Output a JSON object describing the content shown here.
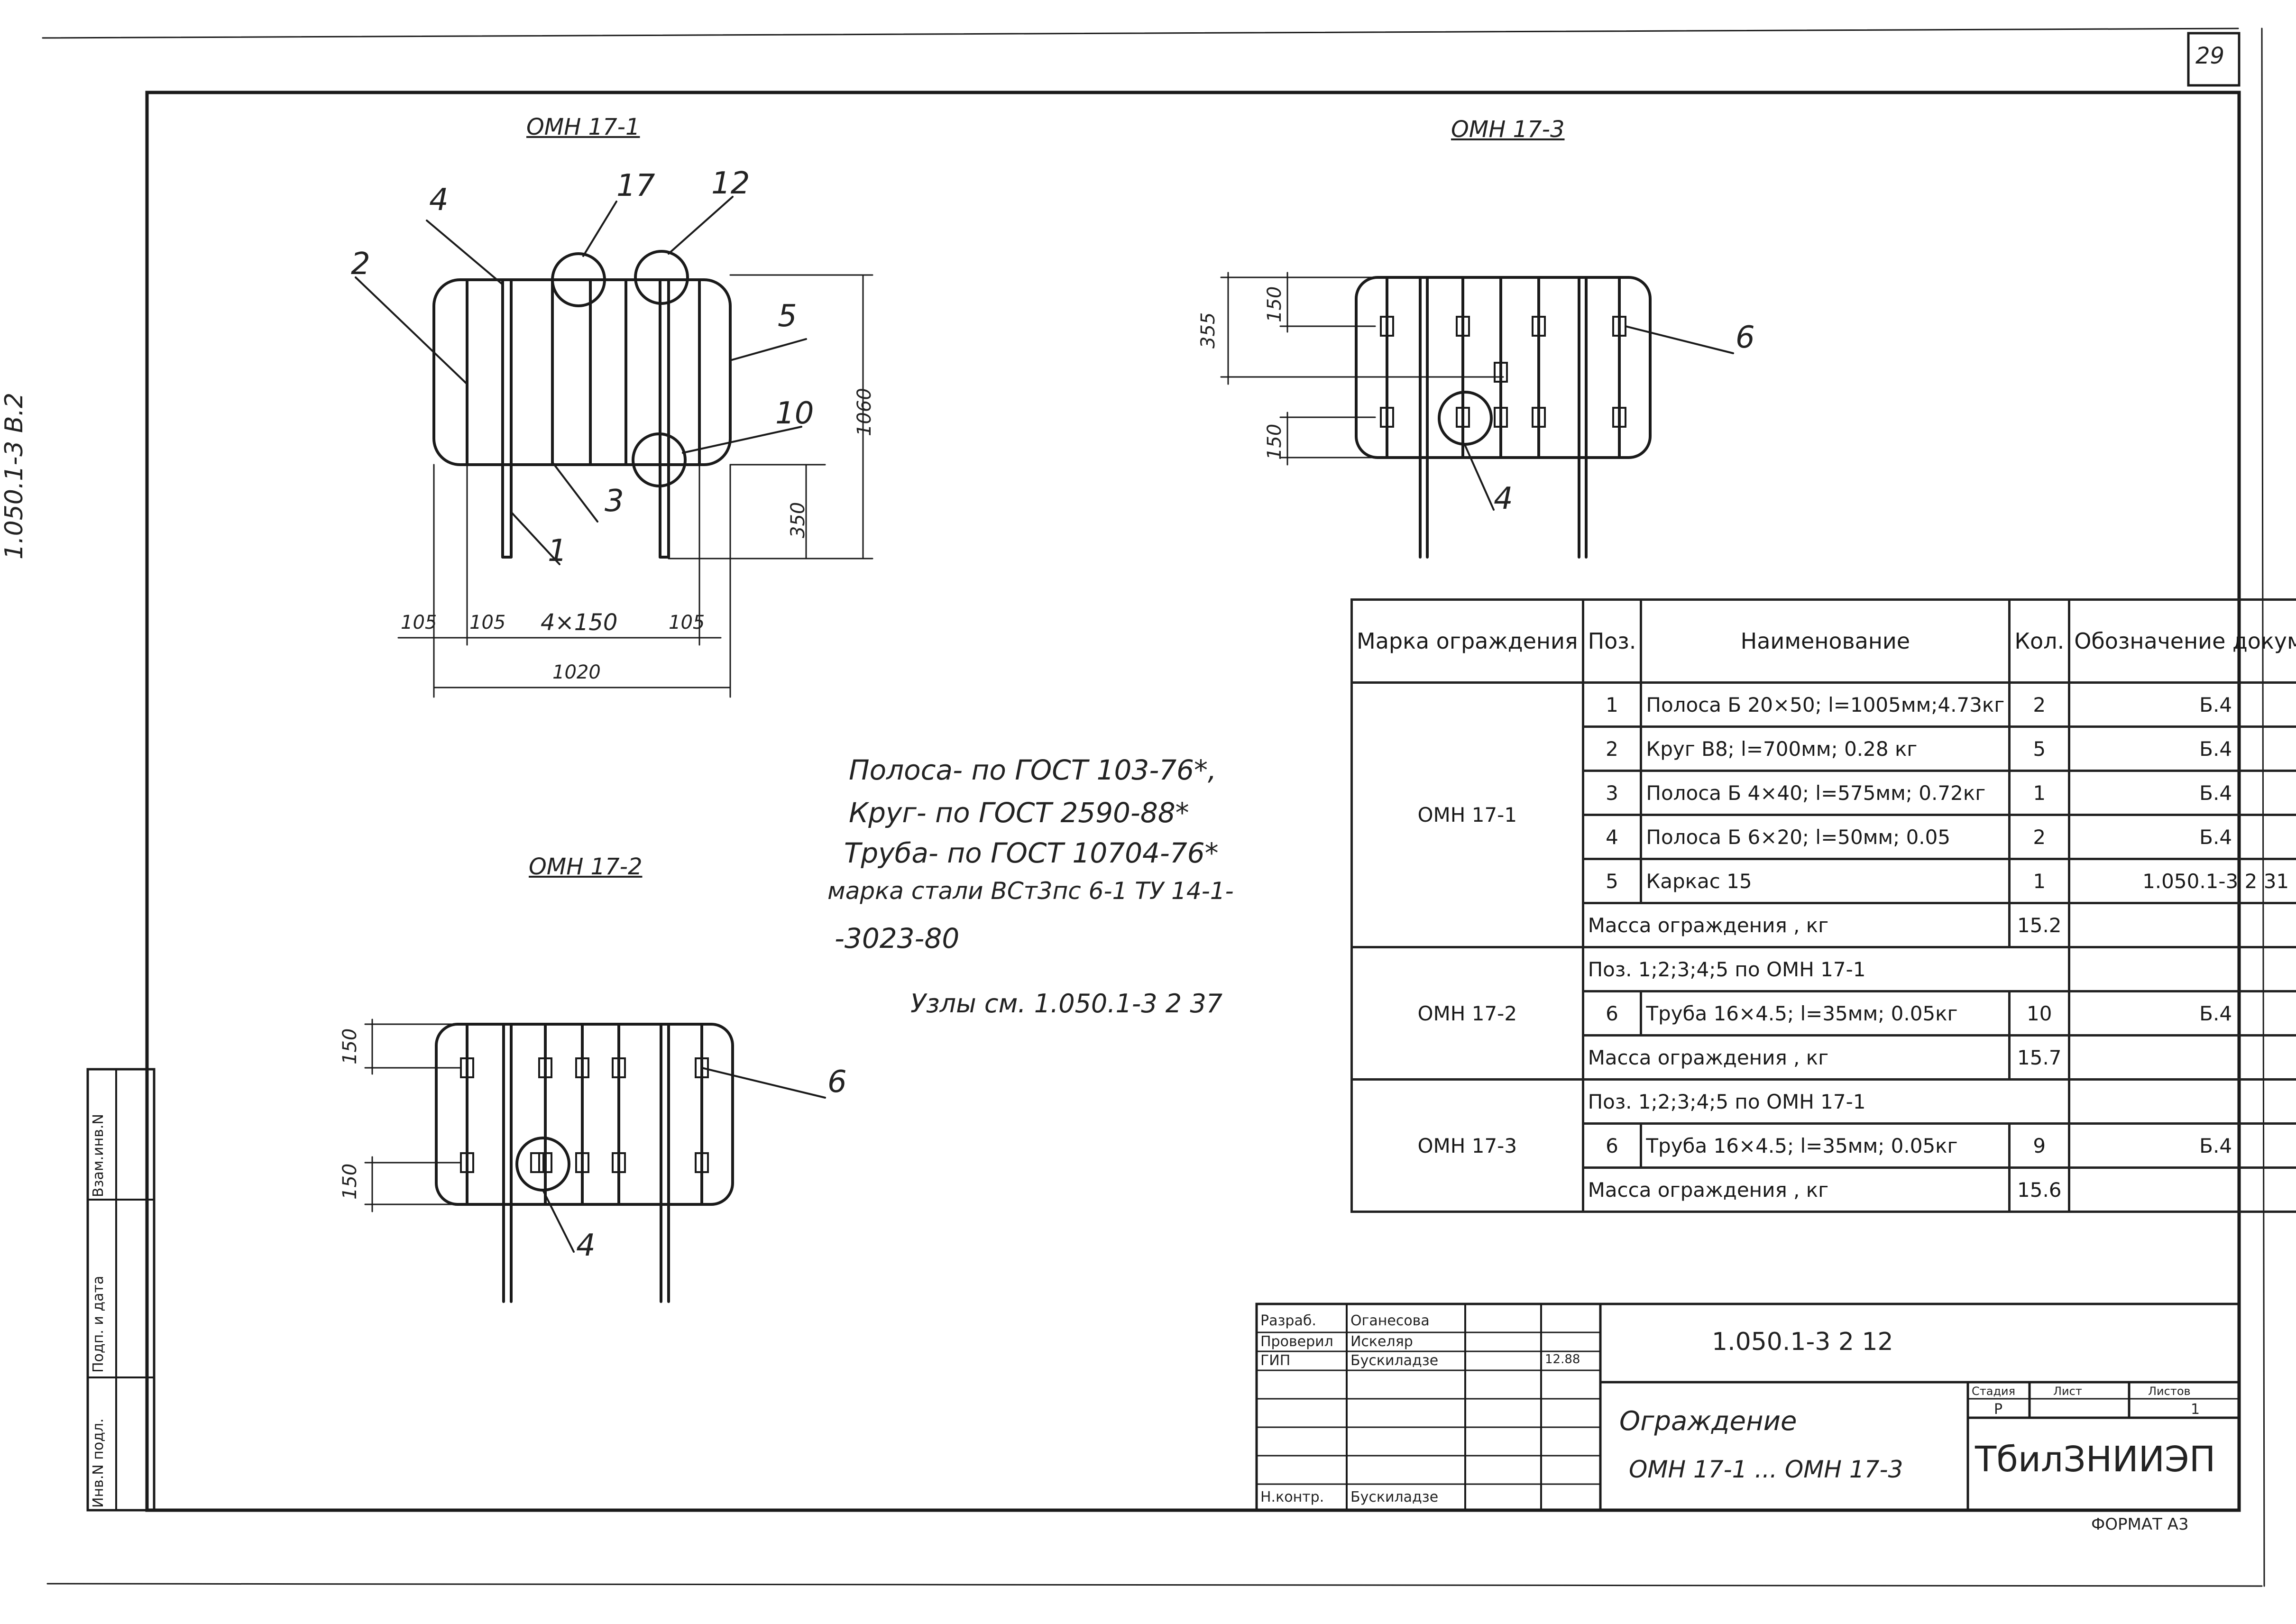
{
  "page_number": "29",
  "side_stamp": "1.050.1-3 В.2",
  "left_strip": {
    "f1": "Взам.инв.N",
    "f2": "Подп. и дата",
    "f3": "Инв.N подл."
  },
  "views": {
    "v1": {
      "title": "ОМН 17-1",
      "callouts": [
        "4",
        "17",
        "12",
        "2",
        "5",
        "10",
        "3",
        "1"
      ],
      "dims": [
        "1060",
        "350",
        "105",
        "105",
        "4×150",
        "105",
        "1020"
      ]
    },
    "v2": {
      "title": "ОМН 17-2",
      "callouts": [
        "6",
        "4"
      ],
      "dims": [
        "150",
        "150"
      ]
    },
    "v3": {
      "title": "ОМН 17-3",
      "callouts": [
        "6",
        "4"
      ],
      "dims": [
        "355",
        "150",
        "150"
      ]
    }
  },
  "notes": [
    "Полоса- по ГОСТ 103-76*,",
    "Круг- по ГОСТ 2590-88*",
    "Труба- по ГОСТ 10704-76*",
    "марка стали ВСт3пс 6-1 ТУ 14-1-",
    "-3023-80",
    "Узлы см. 1.050.1-3 2 37"
  ],
  "table": {
    "headers": {
      "mark": "Марка ограждения",
      "pos": "Поз.",
      "name": "Наименование",
      "qty": "Кол.",
      "doc": "Обозначение документа"
    },
    "groups": [
      {
        "mark": "ОМН 17-1",
        "rows": [
          {
            "pos": "1",
            "name": "Полоса Б 20×50; l=1005мм;4.73кг",
            "qty": "2",
            "doc": "Б.4"
          },
          {
            "pos": "2",
            "name": "Круг В8; l=700мм; 0.28 кг",
            "qty": "5",
            "doc": "Б.4"
          },
          {
            "pos": "3",
            "name": "Полоса Б 4×40; l=575мм; 0.72кг",
            "qty": "1",
            "doc": "Б.4"
          },
          {
            "pos": "4",
            "name": "Полоса Б 6×20; l=50мм; 0.05",
            "qty": "2",
            "doc": "Б.4"
          },
          {
            "pos": "5",
            "name": "Каркас 15",
            "qty": "1",
            "doc": "1.050.1-3 2 31"
          }
        ],
        "mass_label": "Масса ограждения , кг",
        "mass": "15.2"
      },
      {
        "mark": "ОМН 17-2",
        "ref": "Поз. 1;2;3;4;5 по ОМН 17-1",
        "rows": [
          {
            "pos": "6",
            "name": "Труба 16×4.5; l=35мм; 0.05кг",
            "qty": "10",
            "doc": "Б.4"
          }
        ],
        "mass_label": "Масса ограждения , кг",
        "mass": "15.7"
      },
      {
        "mark": "ОМН 17-3",
        "ref": "Поз. 1;2;3;4;5 по ОМН 17-1",
        "rows": [
          {
            "pos": "6",
            "name": "Труба 16×4.5; l=35мм; 0.05кг",
            "qty": "9",
            "doc": "Б.4"
          }
        ],
        "mass_label": "Масса ограждения , кг",
        "mass": "15.6"
      }
    ]
  },
  "title_block": {
    "roles": [
      "Разраб.",
      "Проверил",
      "ГИП",
      "",
      "",
      "",
      "Н.контр."
    ],
    "names": [
      "Оганесова",
      "Искеляр",
      "Бускиладзе",
      "",
      "",
      "",
      "Бускиладзе"
    ],
    "date": "12.88",
    "code": "1.050.1-3 2 12",
    "name_line1": "Ограждение",
    "name_line2": "ОМН 17-1 ... ОМН 17-3",
    "stage_label": "Стадия",
    "sheet_label": "Лист",
    "sheets_label": "Листов",
    "stage": "Р",
    "sheets": "1",
    "org": "ТбилЗНИИЭП",
    "format": "ФОРМАТ А3"
  }
}
